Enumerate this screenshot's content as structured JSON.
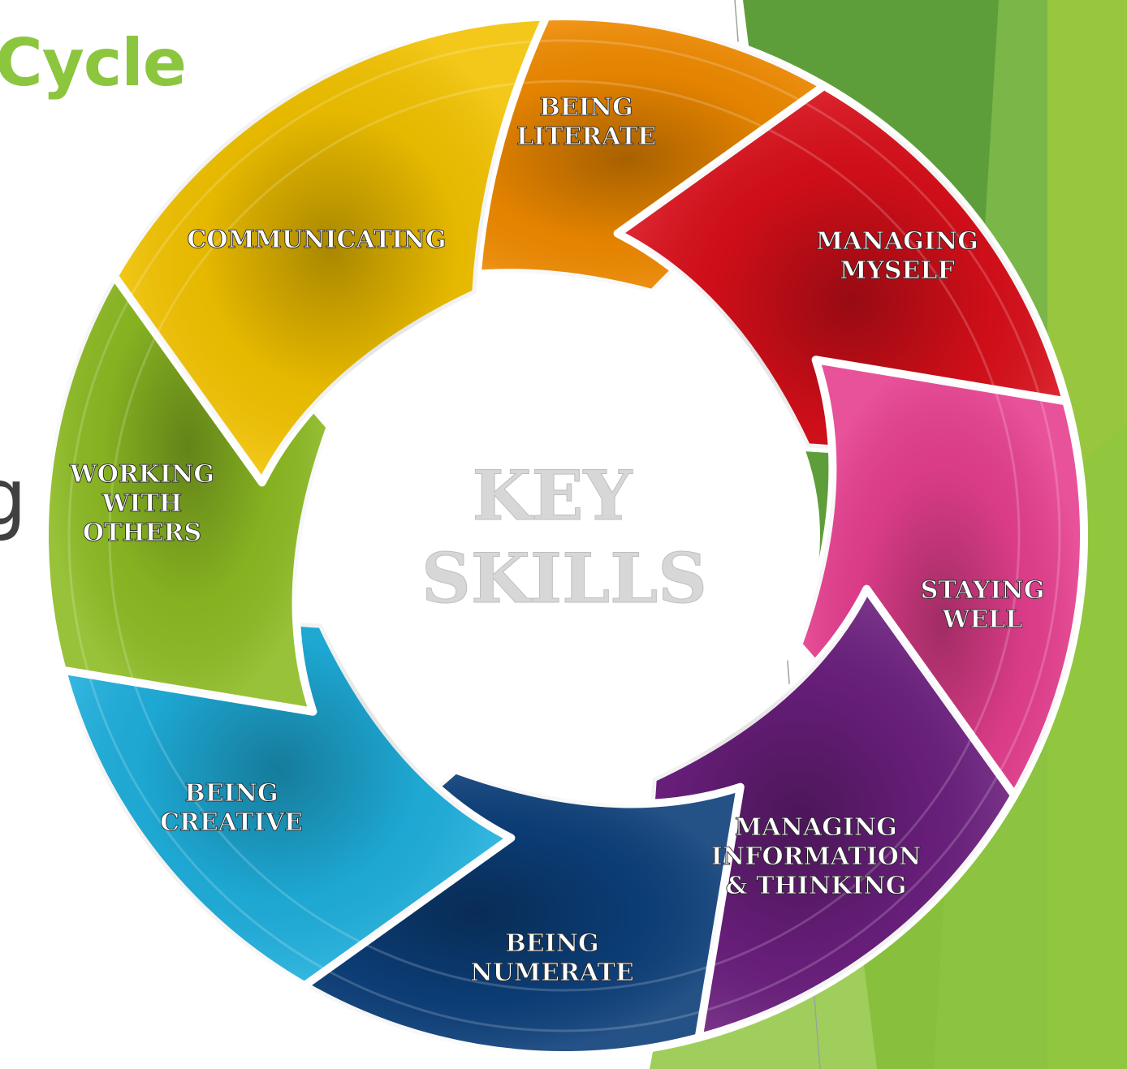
{
  "slide": {
    "title": "Cycle",
    "cut_glyph": "g"
  },
  "wheel": {
    "center_title": [
      "KEY",
      "SKILLS"
    ],
    "segments": [
      {
        "label": [
          "BEING",
          "LITERATE"
        ],
        "color": "#f08a00"
      },
      {
        "label": [
          "MANAGING",
          "MYSELF"
        ],
        "color": "#d90f1a"
      },
      {
        "label": [
          "STAYING",
          "WELL"
        ],
        "color": "#e63f8f"
      },
      {
        "label": [
          "MANAGING",
          "INFORMATION",
          "& THINKING"
        ],
        "color": "#6b1f7e"
      },
      {
        "label": [
          "BEING",
          "NUMERATE"
        ],
        "color": "#0c3f7a"
      },
      {
        "label": [
          "BEING",
          "CREATIVE"
        ],
        "color": "#1fb0dd"
      },
      {
        "label": [
          "WORKING",
          "WITH",
          "OTHERS"
        ],
        "color": "#8dbb23"
      },
      {
        "label": [
          "COMMUNICATING"
        ],
        "color": "#f2c200"
      }
    ]
  },
  "background_colors": {
    "panel_dark": "#5e9e3a",
    "panel_mid": "#7ab648",
    "panel_light": "#a5d04a"
  }
}
